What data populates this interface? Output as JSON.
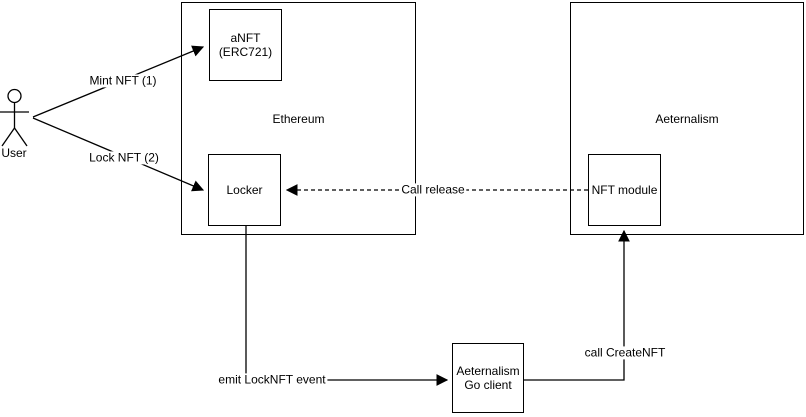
{
  "diagram": {
    "actor": {
      "label": "User"
    },
    "containers": [
      {
        "id": "ethereum",
        "label": "Ethereum"
      },
      {
        "id": "aeternalism",
        "label": "Aeternalism"
      }
    ],
    "nodes": [
      {
        "id": "anft",
        "label": "aNFT\n(ERC721)"
      },
      {
        "id": "locker",
        "label": "Locker"
      },
      {
        "id": "nft-module",
        "label": "NFT module"
      },
      {
        "id": "go-client",
        "label": "Aeternalism\nGo client"
      }
    ],
    "edges": [
      {
        "id": "mint-nft",
        "label": "Mint NFT (1)",
        "style": "solid"
      },
      {
        "id": "lock-nft",
        "label": "Lock NFT (2)",
        "style": "solid"
      },
      {
        "id": "call-release",
        "label": "Call release",
        "style": "dashed"
      },
      {
        "id": "emit-locknft",
        "label": "emit LockNFT event",
        "style": "solid"
      },
      {
        "id": "call-createnft",
        "label": "call CreateNFT",
        "style": "solid"
      }
    ],
    "colors": {
      "stroke": "#000000",
      "background": "#ffffff",
      "text": "#000000"
    }
  }
}
